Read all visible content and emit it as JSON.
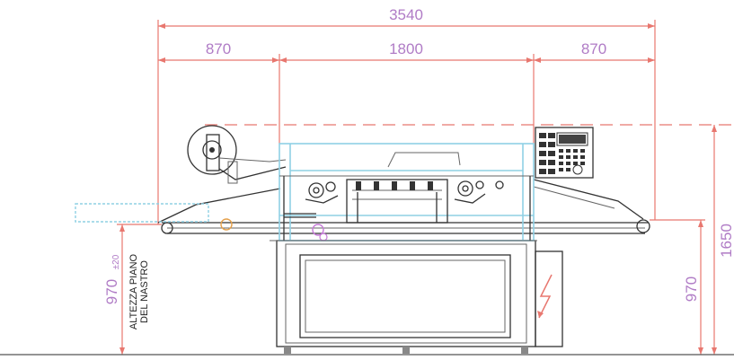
{
  "dimensions": {
    "overall_width": "3540",
    "left_section": "870",
    "center_section": "1800",
    "right_section": "870",
    "overall_height": "1650",
    "belt_height_right": "970",
    "belt_height_left": "970",
    "belt_height_tolerance": "±20"
  },
  "labels": {
    "belt_height_line1": "ALTEZZA PIANO",
    "belt_height_line2": "DEL NASTRO"
  },
  "colors": {
    "dimension_text": "#b07cc6",
    "dimension_line": "#e8776f",
    "frame_outline": "#333333",
    "guard_outline": "#8fd0e4",
    "hazard_symbol": "#e8776f"
  },
  "icons": {
    "control_panel": "control-panel-icon",
    "film_reel": "film-reel-icon",
    "electric_hazard": "electric-hazard-icon"
  }
}
